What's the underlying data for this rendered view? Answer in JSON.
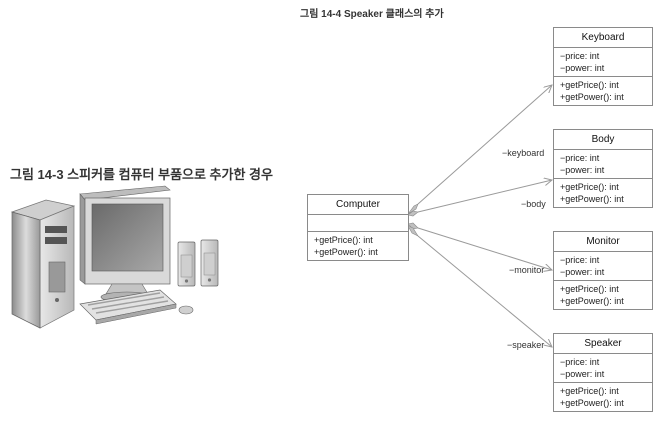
{
  "captions": {
    "diagram": "그림 14-4 Speaker 클래스의 추가",
    "illustration": "그림 14-3 스피커를 컴퓨터 부품으로 추가한 경우"
  },
  "classes": {
    "computer": {
      "name": "Computer",
      "attributes": [],
      "methods": [
        "+getPrice(): int",
        "+getPower(): int"
      ]
    },
    "keyboard": {
      "name": "Keyboard",
      "attributes": [
        "−price: int",
        "−power: int"
      ],
      "methods": [
        "+getPrice(): int",
        "+getPower(): int"
      ]
    },
    "body": {
      "name": "Body",
      "attributes": [
        "−price: int",
        "−power: int"
      ],
      "methods": [
        "+getPrice(): int",
        "+getPower(): int"
      ]
    },
    "monitor": {
      "name": "Monitor",
      "attributes": [
        "−price: int",
        "−power: int"
      ],
      "methods": [
        "+getPrice(): int",
        "+getPower(): int"
      ]
    },
    "speaker": {
      "name": "Speaker",
      "attributes": [
        "−price: int",
        "−power: int"
      ],
      "methods": [
        "+getPrice(): int",
        "+getPower(): int"
      ]
    }
  },
  "roles": {
    "keyboard": "−keyboard",
    "body": "−body",
    "monitor": "−monitor",
    "speaker": "−speaker"
  },
  "colors": {
    "line": "#9a9a9a",
    "box_border": "#8a8a8a"
  }
}
